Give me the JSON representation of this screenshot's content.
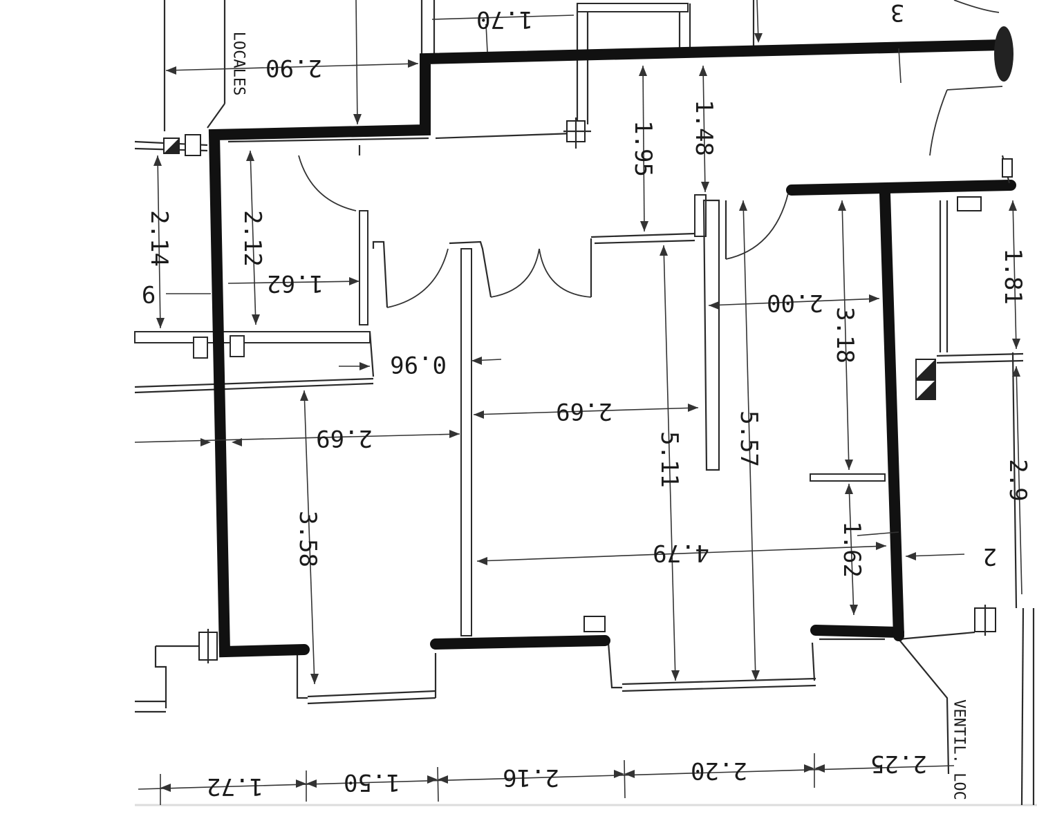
{
  "plan": {
    "labels": {
      "locales": "LOCALES",
      "ventil": "VENTIL. LOC",
      "corner_top": "3"
    },
    "dimensions": {
      "d_1_70": "1.70",
      "d_2_90": "2.90",
      "d_1_95": "1.95",
      "d_1_48": "1.48",
      "d_2_14": "2.14",
      "d_2_12": "2.12",
      "d_1_62_left": "1.62",
      "d_9": "9",
      "d_0_96": "0.96",
      "d_2_69_left": "2.69",
      "d_2_69_mid": "2.69",
      "d_3_58": "3.58",
      "d_5_11": "5.11",
      "d_5_57": "5.57",
      "d_2_00": "2.00",
      "d_3_18": "3.18",
      "d_1_81": "1.81",
      "d_2_9": "2.9",
      "d_4_79": "4.79",
      "d_1_62_right": "1.62",
      "d_2_partial": "2",
      "d_1_72": "1.72",
      "d_1_50": "1.50",
      "d_2_16": "2.16",
      "d_2_20": "2.20",
      "d_2_25": "2.25"
    }
  }
}
